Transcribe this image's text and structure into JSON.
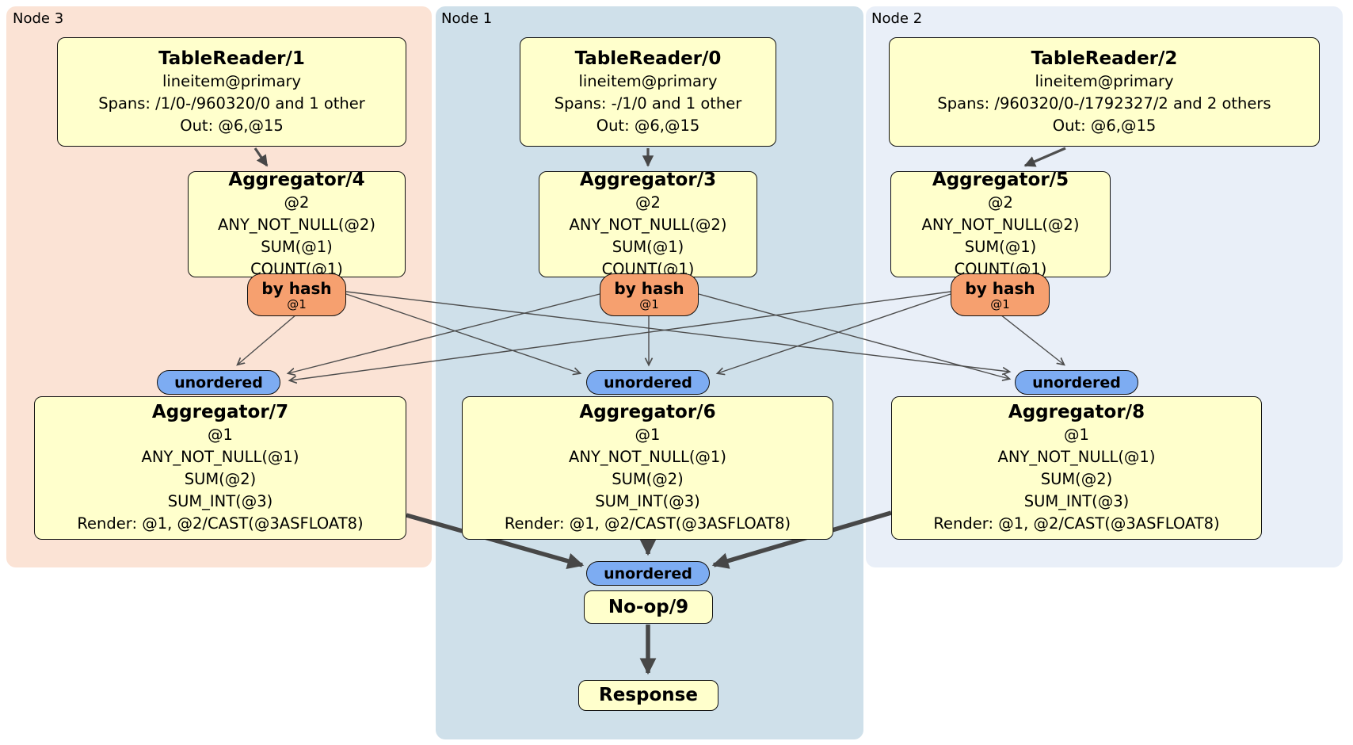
{
  "panels": {
    "node3": {
      "label": "Node 3"
    },
    "node1": {
      "label": "Node 1"
    },
    "node2": {
      "label": "Node 2"
    }
  },
  "nodes": {
    "tr1": {
      "title": "TableReader/1",
      "line1": "lineitem@primary",
      "line2": "Spans: /1/0-/960320/0 and 1 other",
      "line3": "Out: @6,@15"
    },
    "tr0": {
      "title": "TableReader/0",
      "line1": "lineitem@primary",
      "line2": "Spans: -/1/0 and 1 other",
      "line3": "Out: @6,@15"
    },
    "tr2": {
      "title": "TableReader/2",
      "line1": "lineitem@primary",
      "line2": "Spans: /960320/0-/1792327/2 and 2 others",
      "line3": "Out: @6,@15"
    },
    "agg4": {
      "title": "Aggregator/4",
      "line1": "@2",
      "line2": "ANY_NOT_NULL(@2)",
      "line3": "SUM(@1)",
      "line4": "COUNT(@1)"
    },
    "agg3": {
      "title": "Aggregator/3",
      "line1": "@2",
      "line2": "ANY_NOT_NULL(@2)",
      "line3": "SUM(@1)",
      "line4": "COUNT(@1)"
    },
    "agg5": {
      "title": "Aggregator/5",
      "line1": "@2",
      "line2": "ANY_NOT_NULL(@2)",
      "line3": "SUM(@1)",
      "line4": "COUNT(@1)"
    },
    "agg7": {
      "title": "Aggregator/7",
      "line1": "@1",
      "line2": "ANY_NOT_NULL(@1)",
      "line3": "SUM(@2)",
      "line4": "SUM_INT(@3)",
      "line5": "Render: @1, @2/CAST(@3ASFLOAT8)"
    },
    "agg6": {
      "title": "Aggregator/6",
      "line1": "@1",
      "line2": "ANY_NOT_NULL(@1)",
      "line3": "SUM(@2)",
      "line4": "SUM_INT(@3)",
      "line5": "Render: @1, @2/CAST(@3ASFLOAT8)"
    },
    "agg8": {
      "title": "Aggregator/8",
      "line1": "@1",
      "line2": "ANY_NOT_NULL(@1)",
      "line3": "SUM(@2)",
      "line4": "SUM_INT(@3)",
      "line5": "Render: @1, @2/CAST(@3ASFLOAT8)"
    },
    "noop": {
      "title": "No-op/9"
    },
    "response": {
      "title": "Response"
    }
  },
  "badges": {
    "byhash": {
      "label": "by hash",
      "sub": "@1"
    },
    "unordered": {
      "label": "unordered"
    }
  },
  "colors": {
    "node3_bg": "#fbe3d5",
    "node1_bg": "#cfe0ea",
    "node2_bg": "#e9eff8",
    "box_bg": "#ffffcc",
    "byhash_bg": "#f6a06f",
    "unordered_bg": "#7dacf2",
    "edge": "#4d4d4d"
  }
}
